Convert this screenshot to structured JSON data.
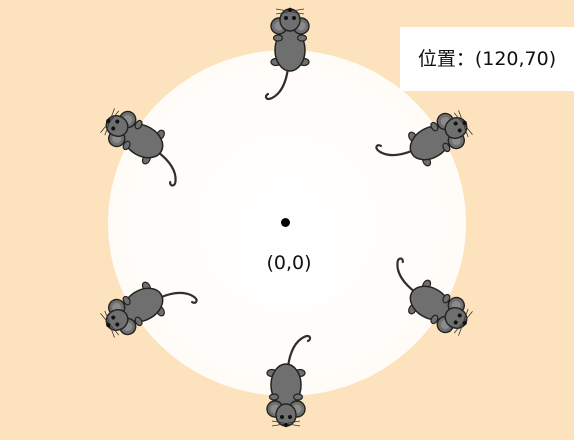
{
  "position_label": "位置：(120,70)",
  "origin_label": "(0,0)",
  "colors": {
    "background": "#fde3bd",
    "plate": "#ffffff",
    "mouse_body": "#6f6f6f",
    "mouse_dark": "#4a4a4a",
    "mouse_ear_inner": "#8b8b8b"
  },
  "icons": [
    "mouse-sprite",
    "center-dot"
  ],
  "mice_count": 6
}
